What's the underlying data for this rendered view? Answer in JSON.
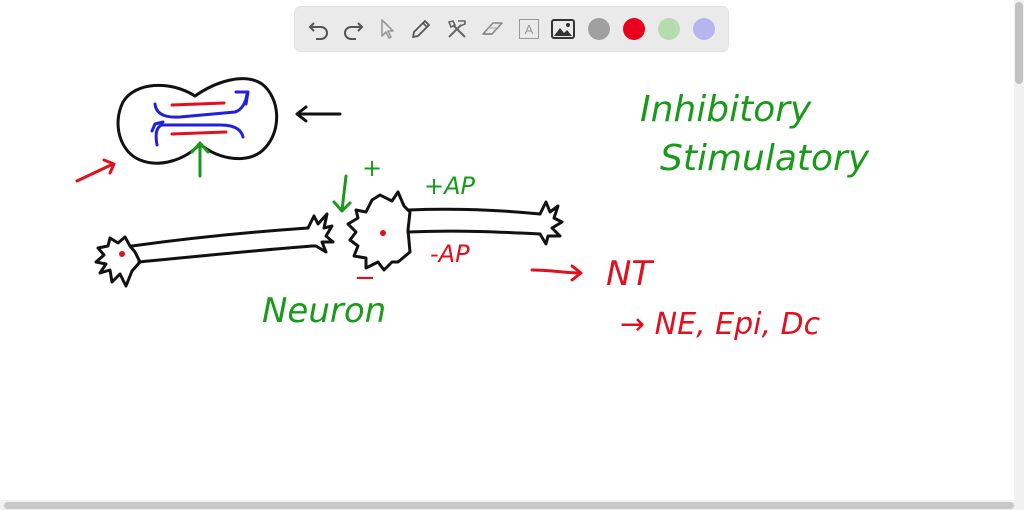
{
  "toolbar": {
    "tools": [
      {
        "name": "undo-icon"
      },
      {
        "name": "redo-icon"
      },
      {
        "name": "pointer-icon"
      },
      {
        "name": "pencil-icon"
      },
      {
        "name": "tools-icon"
      },
      {
        "name": "eraser-icon"
      },
      {
        "name": "text-icon",
        "glyph": "A"
      },
      {
        "name": "image-icon"
      }
    ],
    "colors": [
      "#a0a0a0",
      "#e8001c",
      "#b5dcae",
      "#b7b5ef"
    ],
    "selected_color": "#e8001c"
  },
  "drawing_colors": {
    "black": "#111111",
    "red": "#e0101e",
    "green": "#1a9a1a",
    "blue": "#2020e0"
  },
  "notes": {
    "inhibitory": "Inhibitory",
    "stimulatory": "Stimulatory",
    "plus": "+",
    "plus_ap": "+AP",
    "minus_ap": "-AP",
    "minus": "−",
    "neuron": "Neuron",
    "nt": "NT",
    "ne_list": "→ NE, Epi, Dc"
  }
}
